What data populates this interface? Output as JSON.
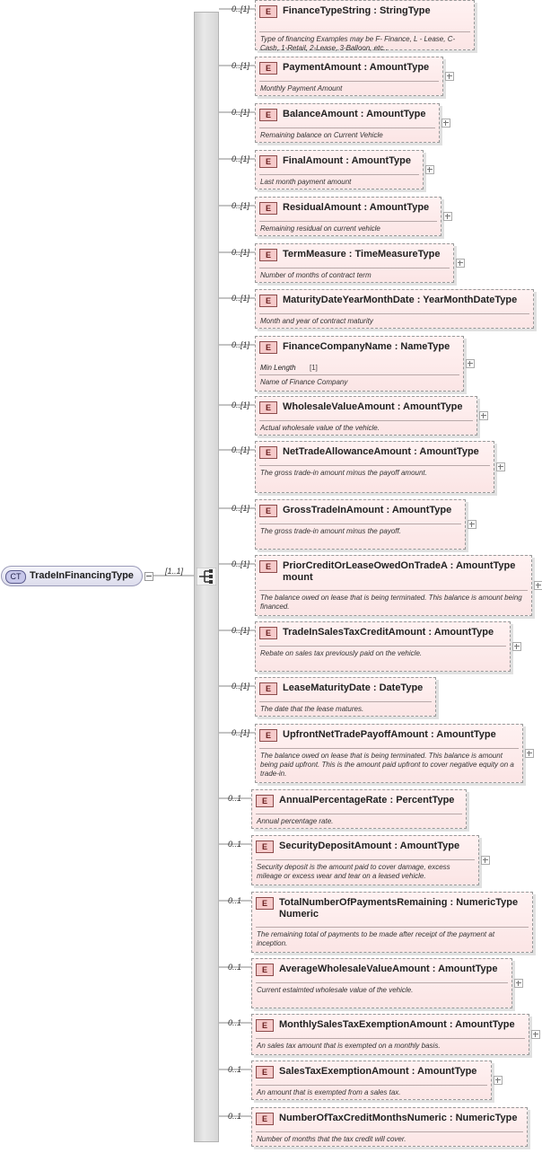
{
  "root": {
    "badge": "CT",
    "name": "TradeInFinancingType",
    "cardinality": "[1..1]"
  },
  "elements": [
    {
      "badge": "E",
      "name": "FinanceTypeString : StringType",
      "cardinality": "0..[1]",
      "desc": "Type of financing Examples may be F- Finance, L - Lease, C-Cash, 1-Retail, 2-Lease, 3-Balloon, etc..",
      "expandable": false
    },
    {
      "badge": "E",
      "name": "PaymentAmount : AmountType",
      "cardinality": "0..[1]",
      "desc": "Monthly Payment Amount",
      "expandable": true
    },
    {
      "badge": "E",
      "name": "BalanceAmount : AmountType",
      "cardinality": "0..[1]",
      "desc": "Remaining balance on Current Vehicle",
      "expandable": true
    },
    {
      "badge": "E",
      "name": "FinalAmount : AmountType",
      "cardinality": "0..[1]",
      "desc": "Last month payment amount",
      "expandable": true
    },
    {
      "badge": "E",
      "name": "ResidualAmount : AmountType",
      "cardinality": "0..[1]",
      "desc": "Remaining residual on current vehicle",
      "expandable": true
    },
    {
      "badge": "E",
      "name": "TermMeasure : TimeMeasureType",
      "cardinality": "0..[1]",
      "desc": "Number of months of contract term",
      "expandable": true
    },
    {
      "badge": "E",
      "name": "MaturityDateYearMonthDate : YearMonthDateType",
      "cardinality": "0..[1]",
      "desc": "Month and year of contract maturity",
      "expandable": false
    },
    {
      "badge": "E",
      "name": "FinanceCompanyName : NameType",
      "cardinality": "0..[1]",
      "facet_label": "Min Length",
      "facet_value": "[1]",
      "desc": "Name of Finance Company",
      "expandable": true
    },
    {
      "badge": "E",
      "name": "WholesaleValueAmount : AmountType",
      "cardinality": "0..[1]",
      "desc": "Actual wholesale value of the vehicle.",
      "expandable": true
    },
    {
      "badge": "E",
      "name": "NetTradeAllowanceAmount : AmountType",
      "cardinality": "0..[1]",
      "desc": "The gross trade-in amount minus the payoff amount.",
      "expandable": true
    },
    {
      "badge": "E",
      "name": "GrossTradeInAmount : AmountType",
      "cardinality": "0..[1]",
      "desc": "The gross trade-in amount minus the payoff.",
      "expandable": true
    },
    {
      "badge": "E",
      "name": "PriorCreditOrLeaseOwedOnTradeA : AmountType mount",
      "cardinality": "0..[1]",
      "desc": "The balance owed on lease that is being terminated. This balance is amount being financed.",
      "expandable": true
    },
    {
      "badge": "E",
      "name": "TradeInSalesTaxCreditAmount : AmountType",
      "cardinality": "0..[1]",
      "desc": "Rebate on sales tax previously paid on the vehicle.",
      "expandable": true
    },
    {
      "badge": "E",
      "name": "LeaseMaturityDate : DateType",
      "cardinality": "0..[1]",
      "desc": "The date that the lease matures.",
      "expandable": false
    },
    {
      "badge": "E",
      "name": "UpfrontNetTradePayoffAmount : AmountType",
      "cardinality": "0..[1]",
      "desc": "The balance owed on lease that is being terminated. This balance is amount being paid upfront. This is the amount paid upfront to cover negative equity on a trade-in.",
      "expandable": true
    },
    {
      "badge": "E",
      "name": "AnnualPercentageRate : PercentType",
      "cardinality": "0..1",
      "desc": "Annual percentage rate.",
      "expandable": false
    },
    {
      "badge": "E",
      "name": "SecurityDepositAmount : AmountType",
      "cardinality": "0..1",
      "desc": "Security deposit is the amount paid to cover damage, excess mileage or excess wear and tear on a leased vehicle.",
      "expandable": true
    },
    {
      "badge": "E",
      "name": "TotalNumberOfPaymentsRemaining : NumericType Numeric",
      "cardinality": "0..1",
      "desc": "The remaining total of payments to be made after receipt of the payment at inception.",
      "expandable": false
    },
    {
      "badge": "E",
      "name": "AverageWholesaleValueAmount : AmountType",
      "cardinality": "0..1",
      "desc": "Current estaimted wholesale value of the vehicle.",
      "expandable": true
    },
    {
      "badge": "E",
      "name": "MonthlySalesTaxExemptionAmount : AmountType",
      "cardinality": "0..1",
      "desc": "An sales tax amount that is exempted on a monthly basis.",
      "expandable": true
    },
    {
      "badge": "E",
      "name": "SalesTaxExemptionAmount : AmountType",
      "cardinality": "0..1",
      "desc": "An amount that is exempted from a sales tax.",
      "expandable": true
    },
    {
      "badge": "E",
      "name": "NumberOfTaxCreditMonthsNumeric : NumericType",
      "cardinality": "0..1",
      "desc": "Number of months that the tax credit will cover.",
      "expandable": false
    }
  ]
}
